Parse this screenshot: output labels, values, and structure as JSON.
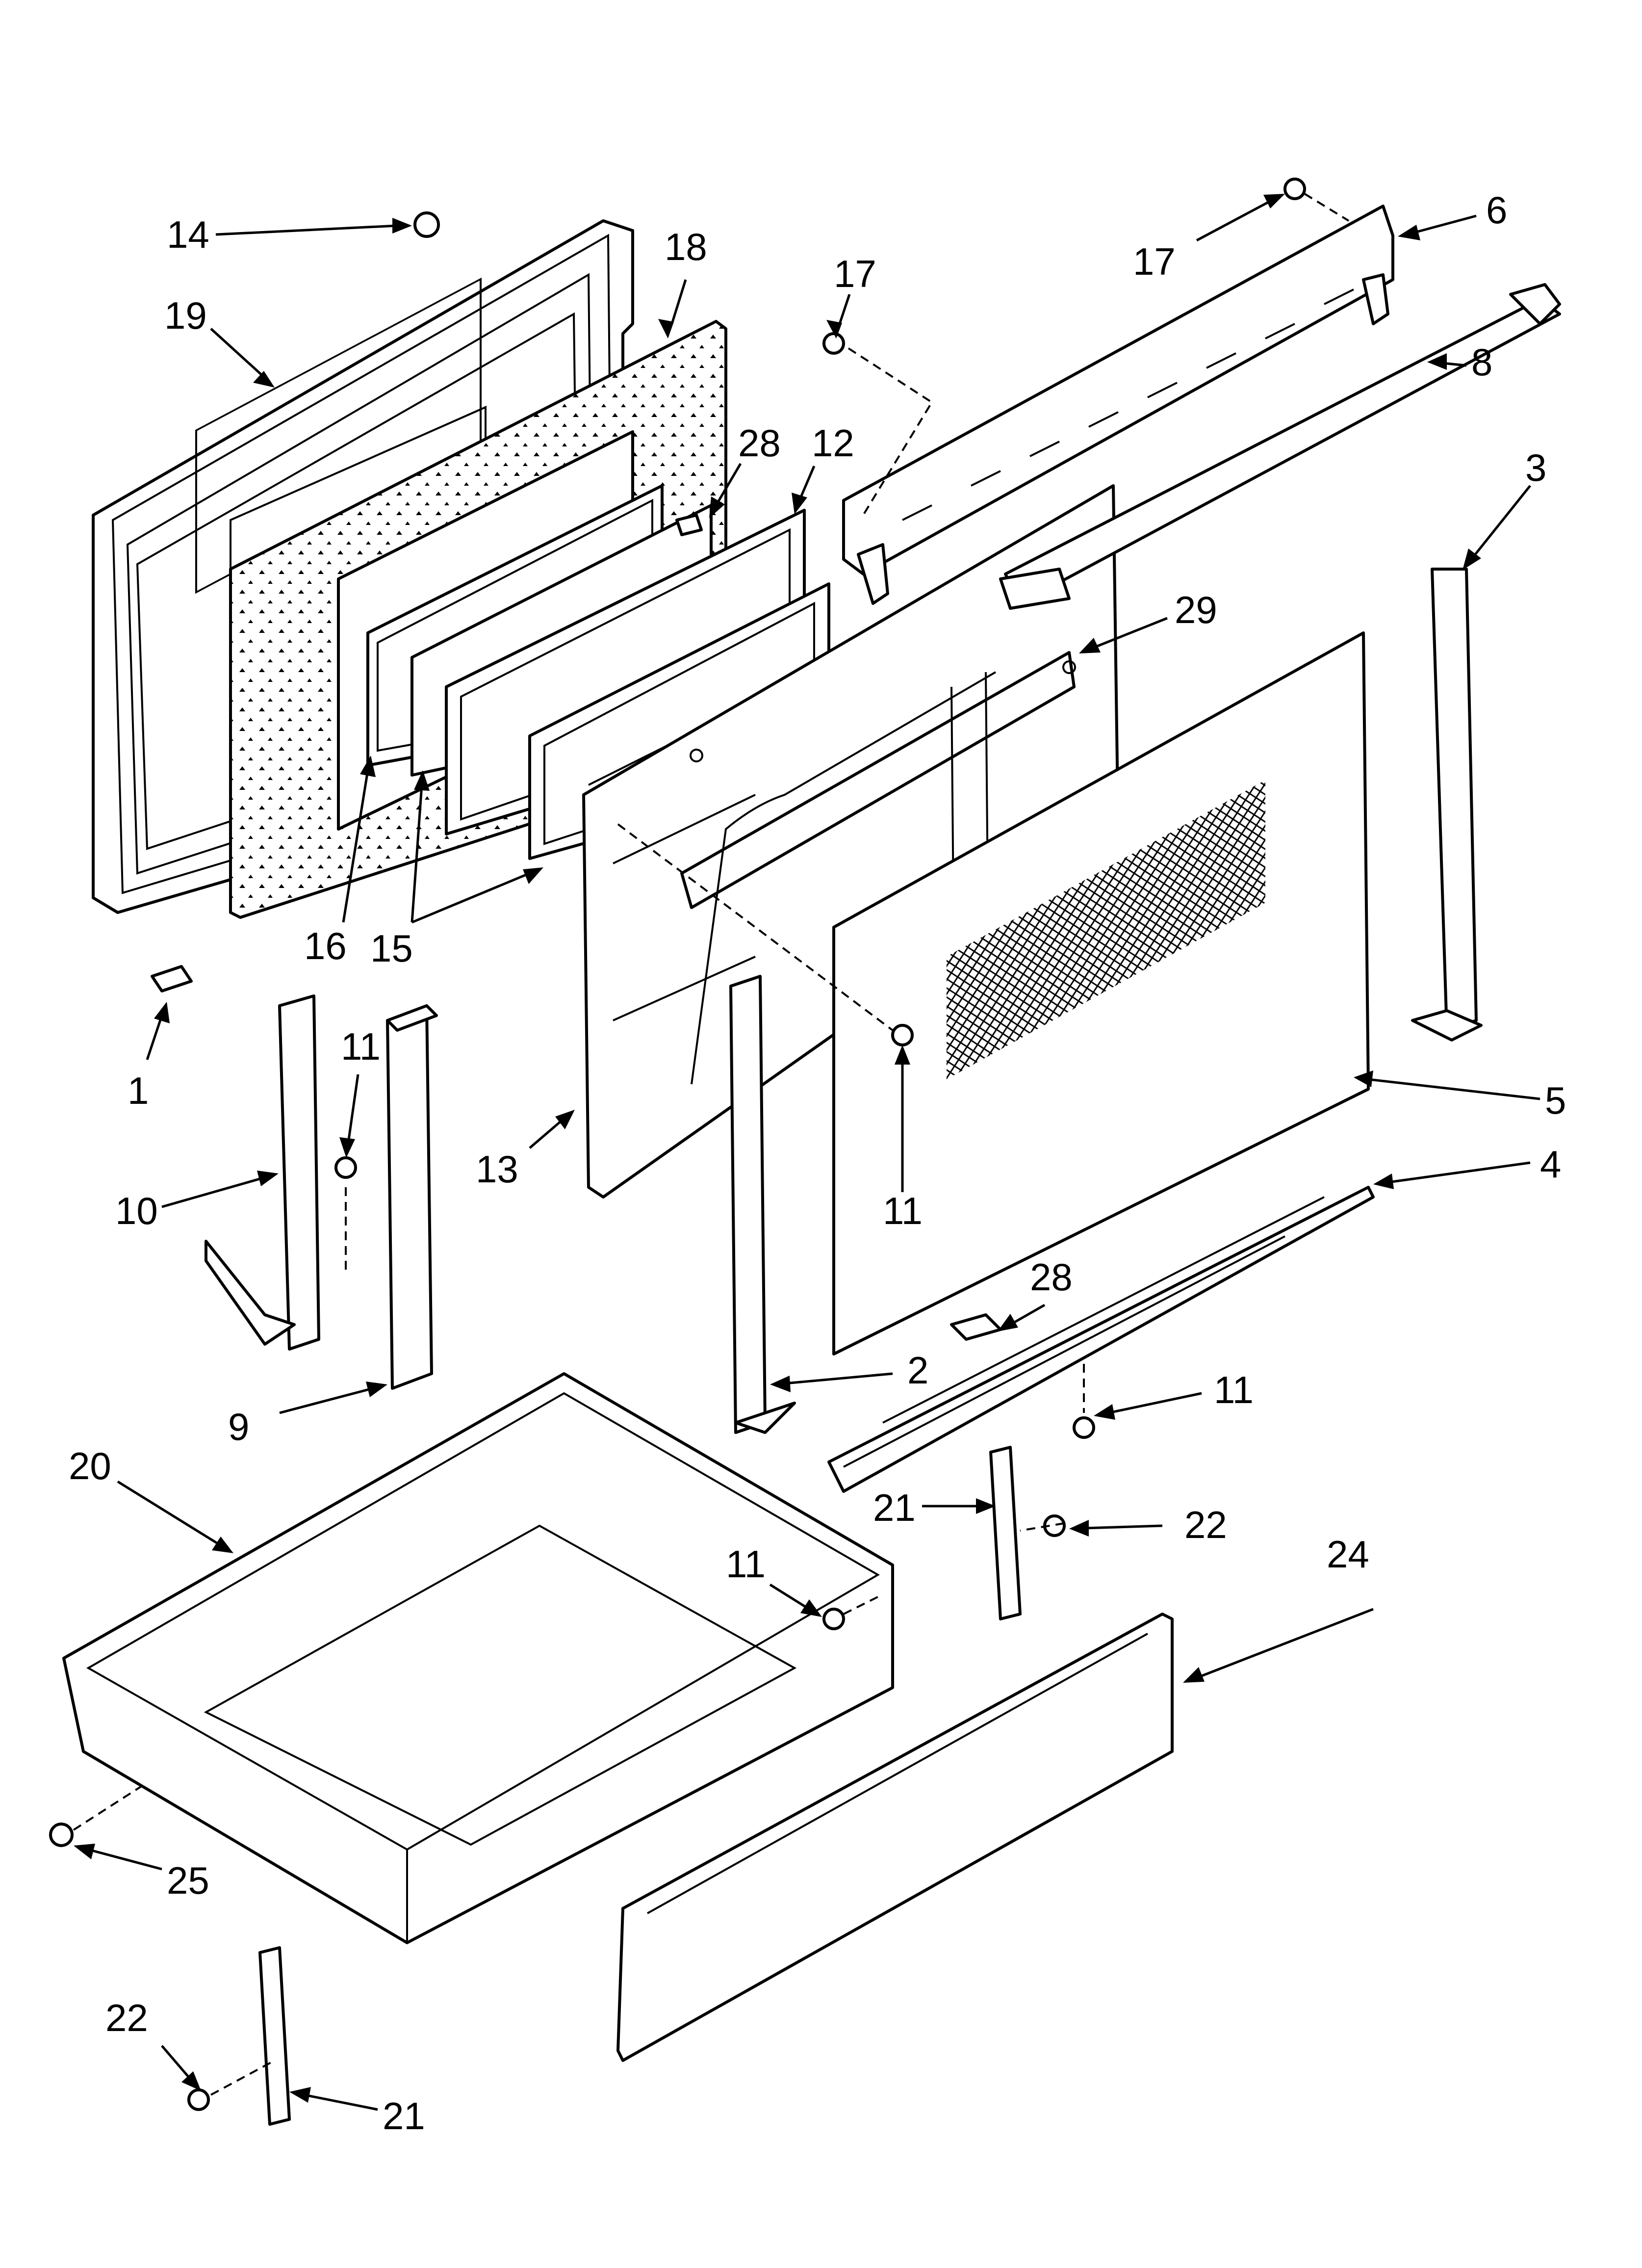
{
  "labels": {
    "l14": "14",
    "l19": "19",
    "l18": "18",
    "l17a": "17",
    "l17b": "17",
    "l6": "6",
    "l8": "8",
    "l3": "3",
    "l28a": "28",
    "l12": "12",
    "l29": "29",
    "l16": "16",
    "l15": "15",
    "l1": "1",
    "l11a": "11",
    "l10": "10",
    "l13": "13",
    "l11b": "11",
    "l5": "5",
    "l4": "4",
    "l28b": "28",
    "l2": "2",
    "l9": "9",
    "l11c": "11",
    "l20": "20",
    "l21a": "21",
    "l22a": "22",
    "l24": "24",
    "l11d": "11",
    "l25": "25",
    "l22b": "22",
    "l21b": "21"
  },
  "colors": {
    "line": "#000000",
    "paper": "#ffffff"
  }
}
